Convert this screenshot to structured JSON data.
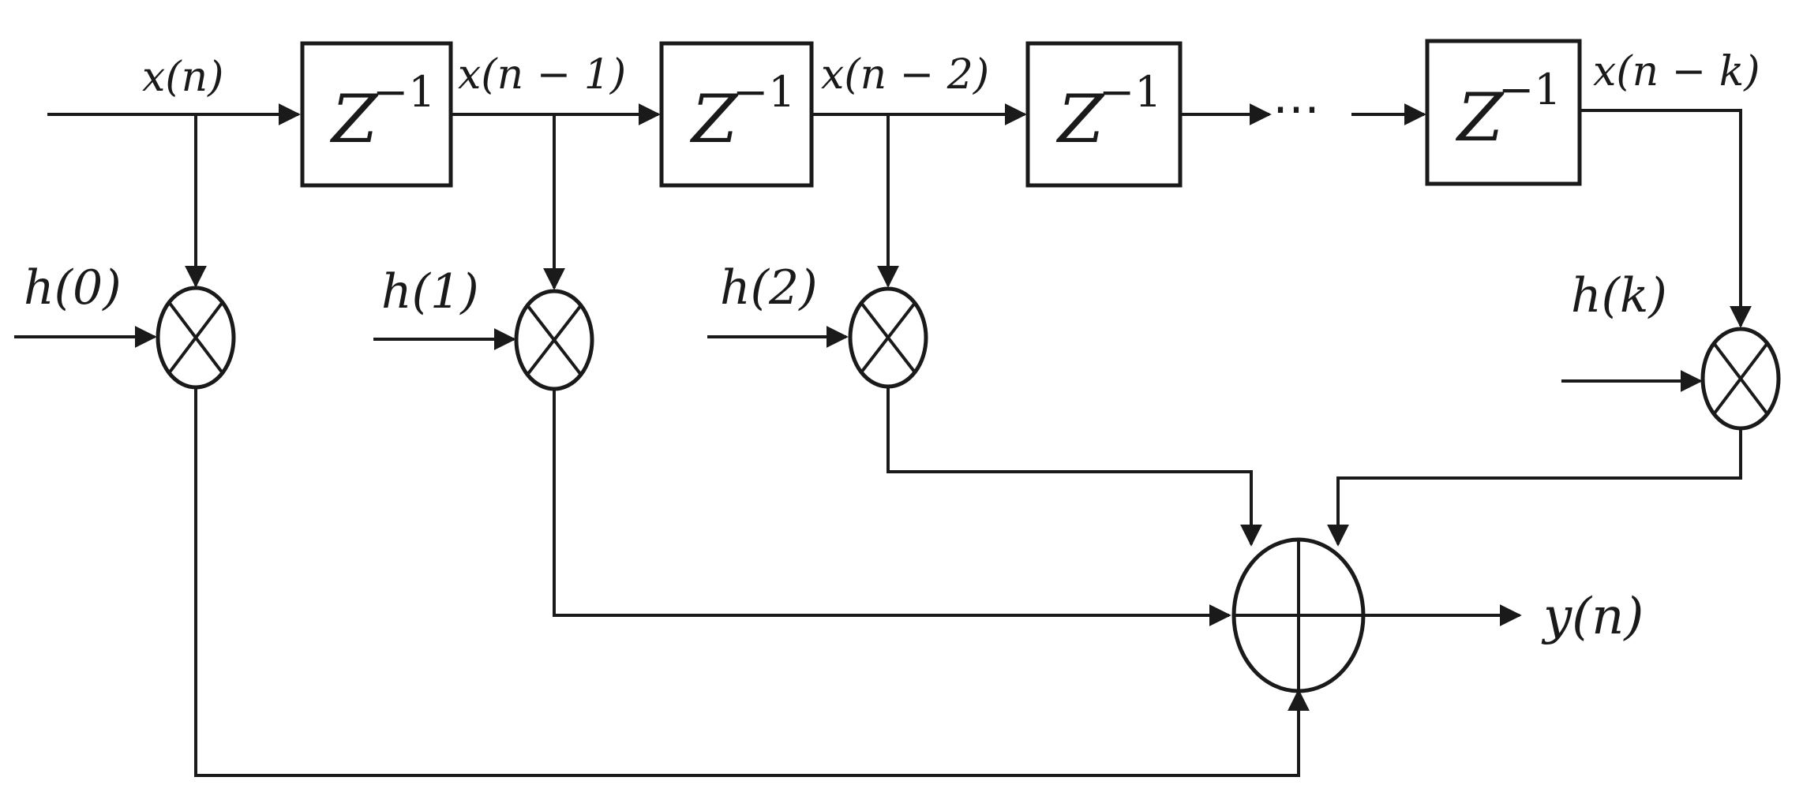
{
  "diagram": {
    "input_label": "x(n)",
    "delay": {
      "symbol": "Z",
      "exponent": "−1"
    },
    "delayed_signals": [
      "x(n − 1)",
      "x(n − 2)",
      "x(n − k)"
    ],
    "coefficients": [
      "h(0)",
      "h(1)",
      "h(2)",
      "h(k)"
    ],
    "ellipsis": "⋯",
    "output_label": "y(n)",
    "node_icons": {
      "multiplier": "multiply-circle-icon",
      "adder": "sum-circle-icon"
    },
    "color": "#1a1a1a"
  }
}
